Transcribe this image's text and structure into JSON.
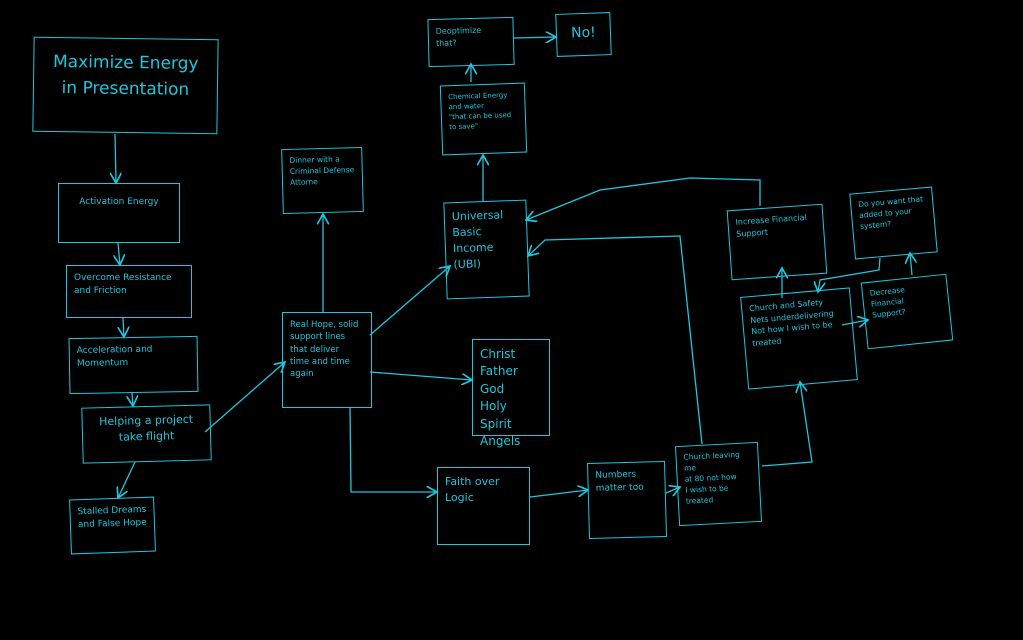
{
  "color": "#1fc6dc",
  "nodes": {
    "maximize": "Maximize Energy\nin Presentation",
    "activation": "Activation Energy",
    "overcome": "Overcome Resistance\nand Friction",
    "acceleration": "Acceleration and\nMomentum",
    "helping": "Helping a project\ntake flight",
    "stalled": "Stalled Dreams\nand False Hope",
    "real_hope": "Real Hope, solid\nsupport lines\nthat deliver\ntime and time\nagain",
    "dinner": "Dinner with a\nCriminal Defense\nAttorne",
    "ubi": "Universal\nBasic\nIncome\n(UBI)",
    "christ": "Christ\nFather God\nHoly Spirit\nAngels",
    "faith": "Faith over\nLogic",
    "numbers": "Numbers\nmatter too",
    "church_leaving": "Church leaving me\nat 80 not how\nI wish to be\ntreated",
    "church_safety": "Church and Safety\nNets underdelivering\nNot how I wish to be\ntreated",
    "increase": "Increase Financial\nSupport",
    "do_you_want": "Do you want that\nadded to your\nsystem?",
    "decrease": "Decrease Financial\nSupport?",
    "chemical": "Chemical Energy\nand water\n\"that can be used\nto save\"",
    "deoptimize": "Deoptimize\nthat?",
    "no": "No!"
  }
}
